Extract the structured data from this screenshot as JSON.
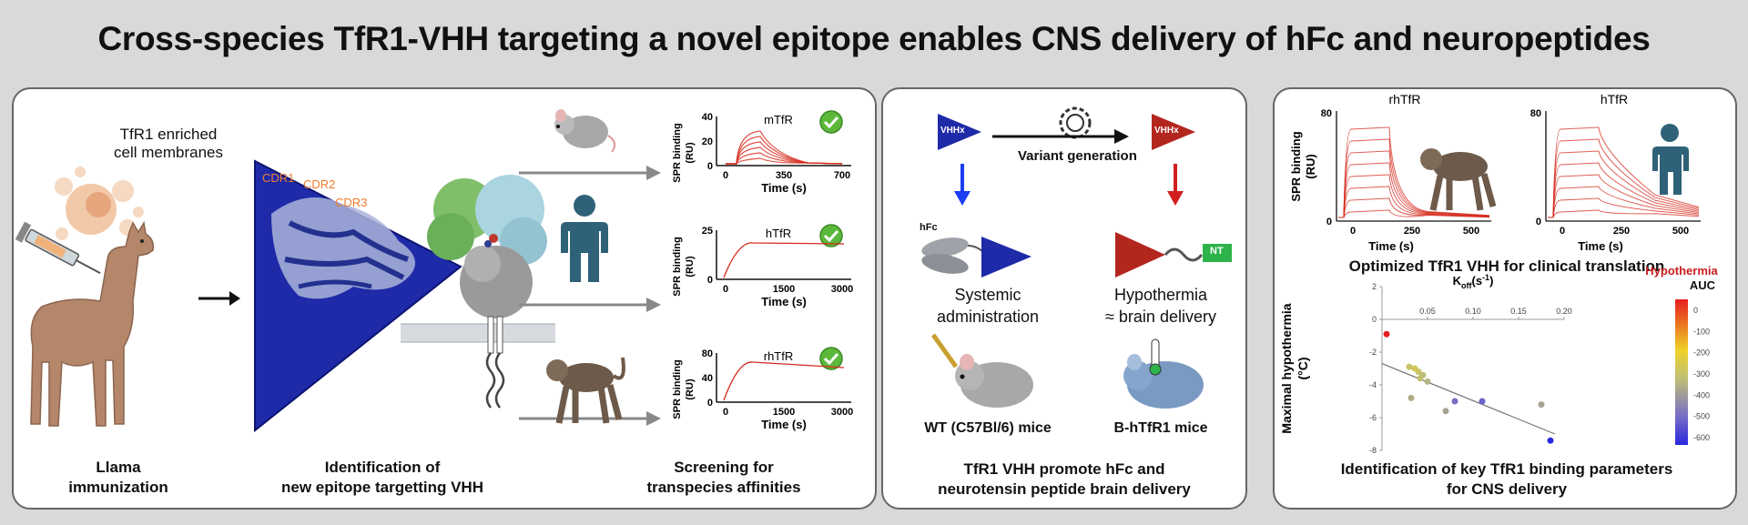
{
  "title": "Cross-species TfR1-VHH targeting a novel epitope enables CNS delivery of hFc and neuropeptides",
  "panel1": {
    "membrane_label_1": "TfR1 enriched",
    "membrane_label_2": "cell membranes",
    "cdr1": "CDR1",
    "cdr2": "CDR2",
    "cdr3": "CDR3",
    "caption_llama_1": "Llama",
    "caption_llama_2": "immunization",
    "caption_ident_1": "Identification of",
    "caption_ident_2": "new epitope targetting VHH",
    "caption_screen_1": "Screening for",
    "caption_screen_2": "transpecies affinities",
    "spr_ylabel": "SPR binding",
    "spr_yunit": "(RU)",
    "spr_xlabel": "Time (s)",
    "charts": [
      {
        "label": "mTfR",
        "yticks": [
          "40",
          "20",
          "0"
        ],
        "xticks": [
          "0",
          "350",
          "700"
        ]
      },
      {
        "label": "hTfR",
        "yticks": [
          "25",
          "0"
        ],
        "xticks": [
          "0",
          "1500",
          "3000"
        ]
      },
      {
        "label": "rhTfR",
        "yticks": [
          "80",
          "40",
          "0"
        ],
        "xticks": [
          "0",
          "1500",
          "3000"
        ]
      }
    ]
  },
  "panel2": {
    "vhh_label": "VHHx",
    "variant_generation": "Variant generation",
    "hfc_label": "hFc",
    "nt_label": "NT",
    "systemic_1": "Systemic",
    "systemic_2": "administration",
    "hypothermia_1": "Hypothermia",
    "hypothermia_2": "≈ brain delivery",
    "wt_mice": "WT (C57Bl/6) mice",
    "bhtfr1_mice": "B-hTfR1 mice",
    "caption_1": "TfR1 VHH promote hFc and",
    "caption_2": "neurotensin peptide brain delivery"
  },
  "panel3": {
    "spr_ylabel": "SPR binding",
    "spr_yunit": "(RU)",
    "spr_xlabel": "Time (s)",
    "charts": [
      {
        "label": "rhTfR",
        "yticks": [
          "80",
          "0"
        ],
        "xticks": [
          "0",
          "250",
          "500"
        ]
      },
      {
        "label": "hTfR",
        "yticks": [
          "80",
          "0"
        ],
        "xticks": [
          "0",
          "250",
          "500"
        ]
      }
    ],
    "optimized_caption": "Optimized TfR1 VHH for clinical translation",
    "caption_1": "Identification of key TfR1 binding parameters",
    "caption_2": "for CNS delivery"
  },
  "scatter": {
    "xlabel_top": "K",
    "xlabel_sub": "off",
    "xlabel_unit": "(s",
    "xlabel_sup": "-1",
    "xlabel_close": ")",
    "ylabel": "Maximal hypothermia",
    "yunit": "(°C)",
    "legend_title_1": "Hypothermia",
    "legend_title_2": "AUC",
    "legend_ticks": [
      "0",
      "-100",
      "-200",
      "-300",
      "-400",
      "-500",
      "-600"
    ],
    "xticks": [
      "0.05",
      "0.10",
      "0.15",
      "0.20"
    ],
    "yticks": [
      "2",
      "0",
      "-2",
      "-4",
      "-6",
      "-8"
    ]
  },
  "chart_data": {
    "type": "scatter",
    "title": "",
    "xlabel": "Koff (s-1)",
    "ylabel": "Maximal hypothermia (°C)",
    "xlim": [
      0,
      0.2
    ],
    "ylim": [
      -8,
      2
    ],
    "colorbar": "Hypothermia AUC",
    "points": [
      {
        "x": 0.005,
        "y": -0.9,
        "auc": 0
      },
      {
        "x": 0.03,
        "y": -2.9,
        "auc": -300
      },
      {
        "x": 0.036,
        "y": -3.0,
        "auc": -280
      },
      {
        "x": 0.04,
        "y": -3.2,
        "auc": -300
      },
      {
        "x": 0.042,
        "y": -3.6,
        "auc": -320
      },
      {
        "x": 0.045,
        "y": -3.4,
        "auc": -330
      },
      {
        "x": 0.05,
        "y": -3.8,
        "auc": -350
      },
      {
        "x": 0.032,
        "y": -4.8,
        "auc": -360
      },
      {
        "x": 0.07,
        "y": -5.6,
        "auc": -380
      },
      {
        "x": 0.08,
        "y": -5.0,
        "auc": -480
      },
      {
        "x": 0.11,
        "y": -5.0,
        "auc": -500
      },
      {
        "x": 0.175,
        "y": -5.2,
        "auc": -380
      },
      {
        "x": 0.185,
        "y": -7.4,
        "auc": -600
      }
    ],
    "trendline": [
      [
        0,
        -2.7
      ],
      [
        0.19,
        -7.0
      ]
    ]
  }
}
